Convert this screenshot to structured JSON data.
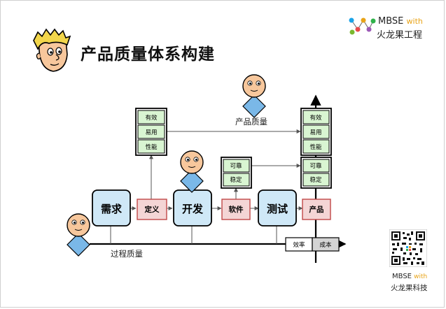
{
  "title": "产品质量体系构建",
  "brand": {
    "top_en": "MBSE",
    "top_with": "with",
    "top_cn": "火龙果工程",
    "bottom_en": "MBSE",
    "bottom_with": "with",
    "bottom_cn": "火龙果科技"
  },
  "labels": {
    "product_quality": "产品质量",
    "process_quality": "过程质量"
  },
  "stages": {
    "requirement": "需求",
    "definition": "定义",
    "development": "开发",
    "software": "软件",
    "testing": "测试",
    "product": "产品"
  },
  "attributes_def": [
    "有效",
    "易用",
    "性能"
  ],
  "attributes_sw": [
    "可靠",
    "稳定"
  ],
  "attributes_product_top": [
    "有效",
    "易用",
    "性能"
  ],
  "attributes_product_mid": [
    "可靠",
    "稳定"
  ],
  "metrics": {
    "efficiency": "效率",
    "cost": "成本"
  },
  "colors": {
    "process_box": "#cfe8f7",
    "artifact_box": "#f4d5d5",
    "attribute_box": "#d9f5d2",
    "cost_box": "#d4d4d4",
    "head": "#f7c79c",
    "body": "#7ab8e8",
    "blonde_hair": "#f2d64b"
  }
}
